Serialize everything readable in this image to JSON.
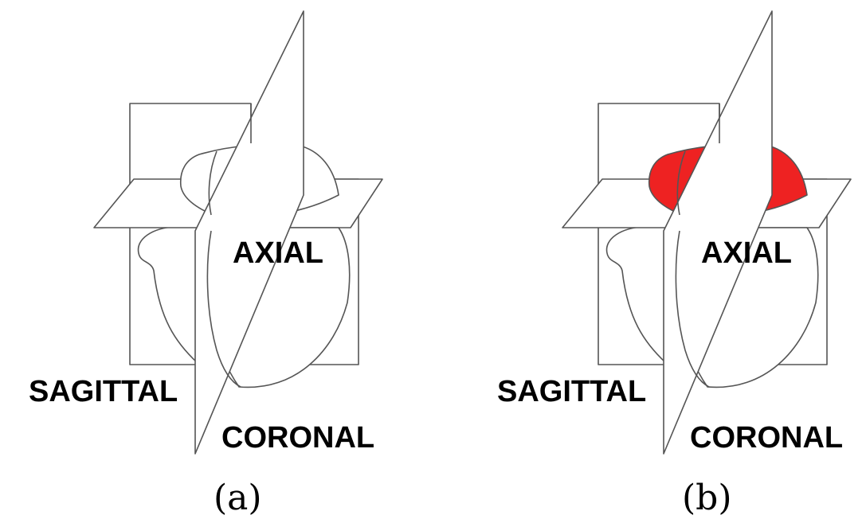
{
  "panels": [
    {
      "id": "a",
      "caption": "(a)",
      "labels": {
        "axial": "AXIAL",
        "sagittal": "SAGITTAL",
        "coronal": "CORONAL"
      },
      "region_highlighted": false
    },
    {
      "id": "b",
      "caption": "(b)",
      "labels": {
        "axial": "AXIAL",
        "sagittal": "SAGITTAL",
        "coronal": "CORONAL"
      },
      "region_highlighted": true
    }
  ],
  "colors": {
    "highlight": "#ee2222",
    "line": "#555555"
  }
}
